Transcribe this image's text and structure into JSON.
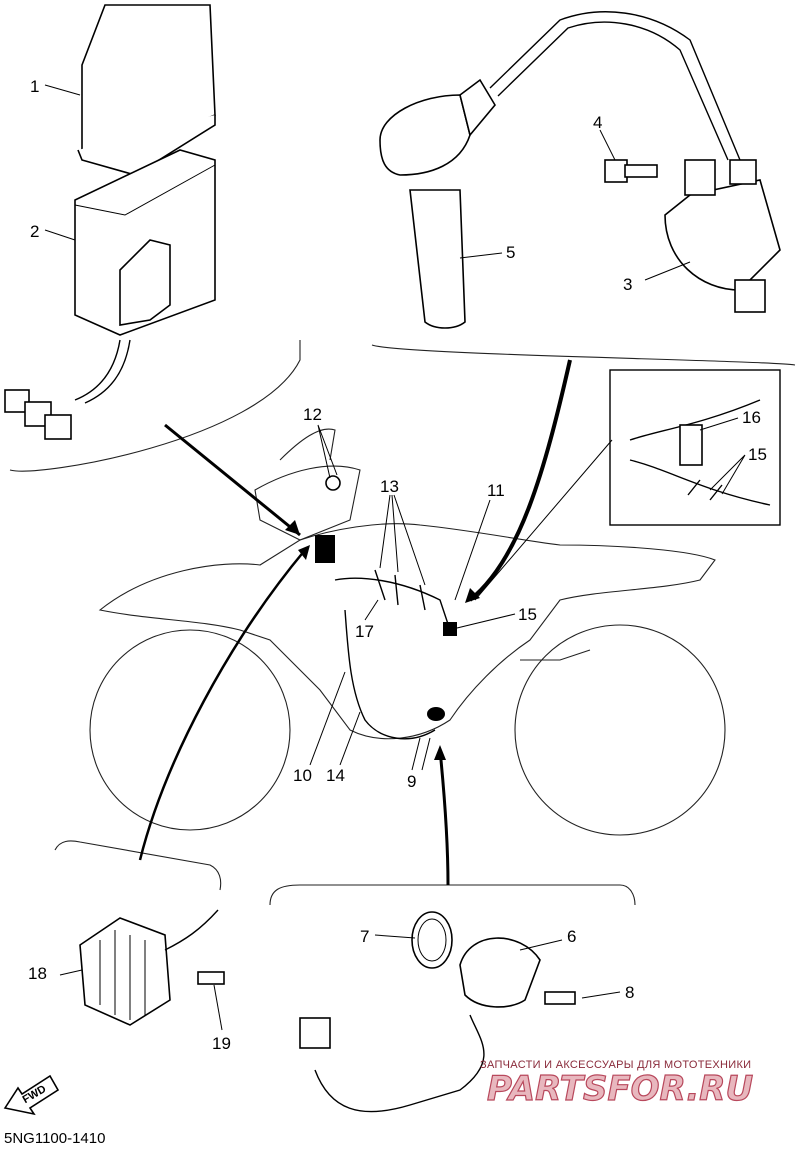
{
  "callouts": {
    "c1": "1",
    "c2": "2",
    "c3": "3",
    "c4": "4",
    "c5": "5",
    "c6": "6",
    "c7": "7",
    "c8": "8",
    "c9": "9",
    "c10": "10",
    "c11": "11",
    "c12": "12",
    "c13": "13",
    "c14": "14",
    "c15a": "15",
    "c15b": "15",
    "c16": "16",
    "c17": "17",
    "c18": "18",
    "c19": "19"
  },
  "fwd_label": "FWD",
  "diagram_code": "5NG1100-1410",
  "watermark": {
    "tagline": "ЗАПЧАСТИ И АКСЕССУАРЫ ДЛЯ МОТОТЕХНИКИ",
    "brand": "PARTSFOR.RU",
    "colors": {
      "text": "#8a2a3a",
      "fill": "#e8b7be",
      "outline": "#b8485c"
    }
  }
}
